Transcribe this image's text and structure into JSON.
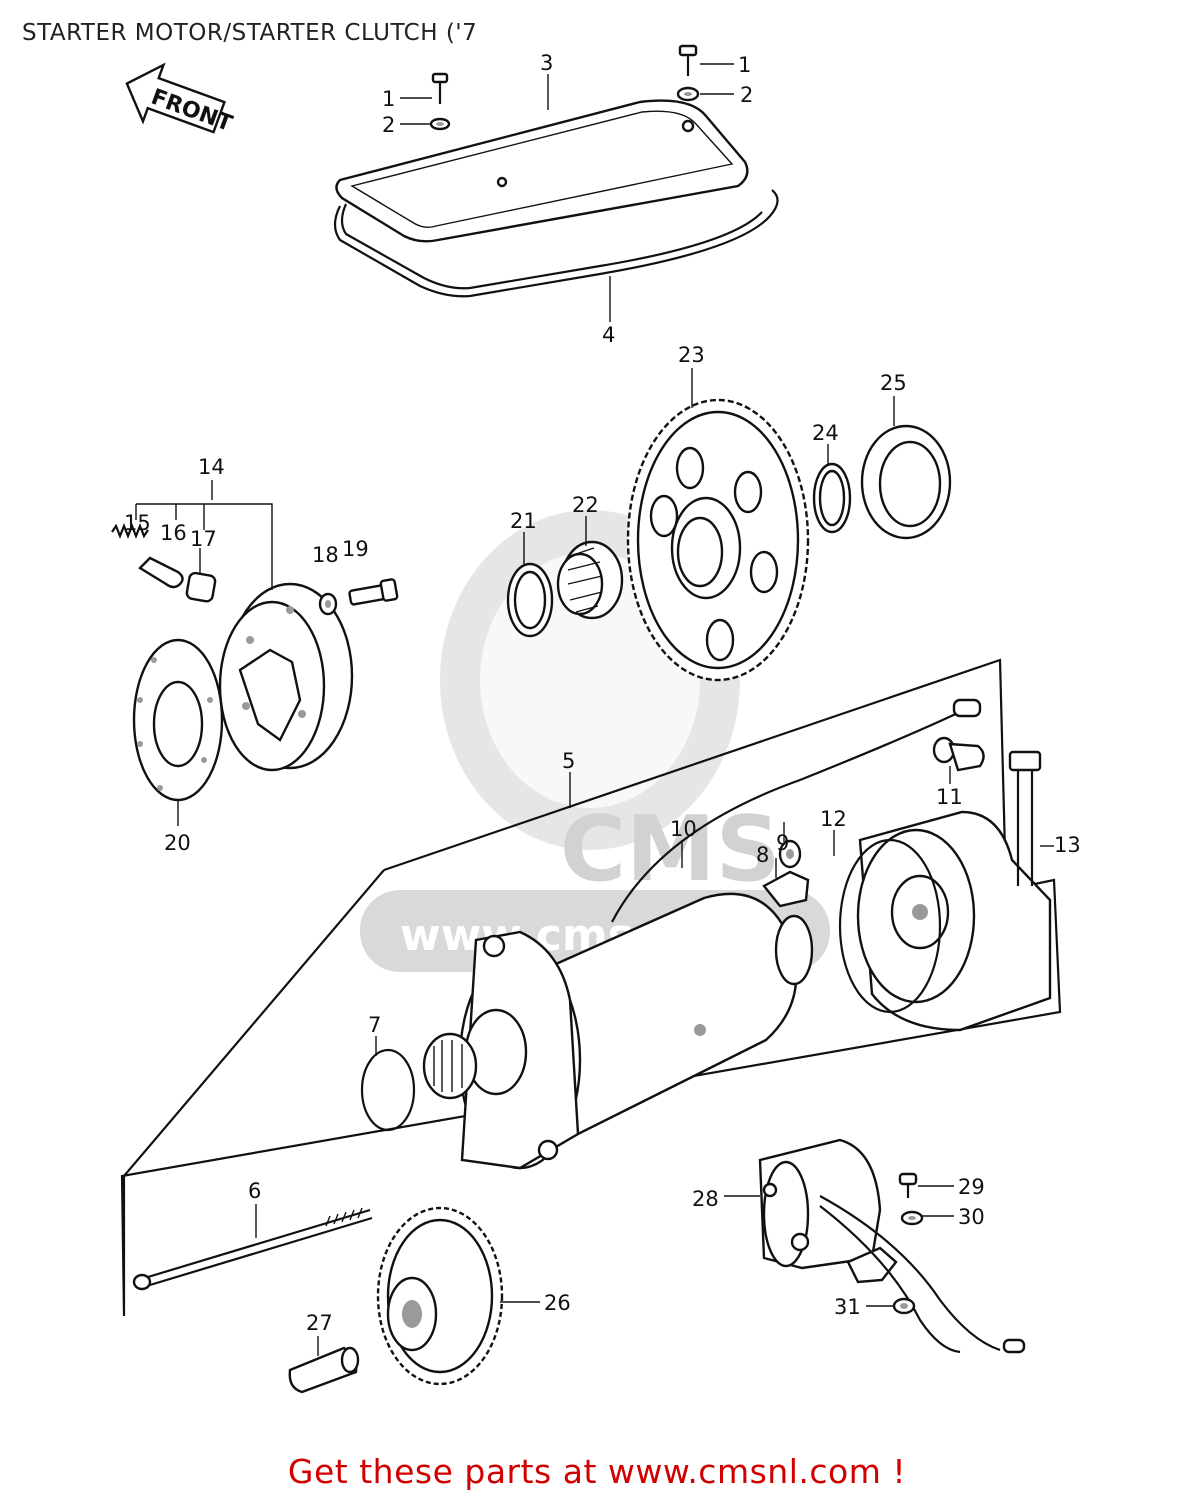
{
  "diagram": {
    "title": "STARTER MOTOR/STARTER CLUTCH ('7",
    "front_arrow_label": "FRONT",
    "watermark": {
      "logo_text": "CMS",
      "url_text": "www.cmsnl.com"
    },
    "callouts": [
      "1",
      "1",
      "2",
      "2",
      "3",
      "4",
      "5",
      "6",
      "7",
      "8",
      "9",
      "10",
      "11",
      "12",
      "13",
      "14",
      "15",
      "16",
      "17",
      "18",
      "19",
      "20",
      "21",
      "22",
      "23",
      "24",
      "25",
      "26",
      "27",
      "28",
      "29",
      "30",
      "31"
    ],
    "colors": {
      "footer_link": "#d10000",
      "line_art": "#111111",
      "watermark": "#d2d2d2"
    }
  },
  "footer": {
    "link_text": "Get these parts at www.cmsnl.com !"
  }
}
